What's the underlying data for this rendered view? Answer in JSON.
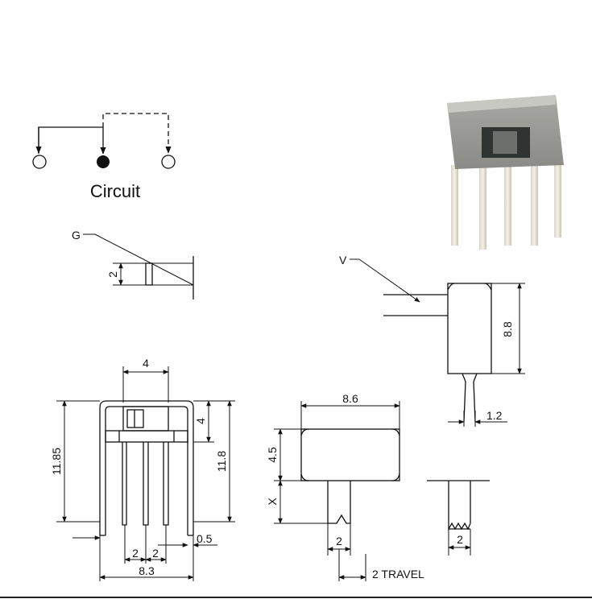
{
  "circuit": {
    "caption": "Circuit"
  },
  "labels": {
    "g": "G",
    "v": "V",
    "x": "X",
    "travel": "2 TRAVEL"
  },
  "dims": {
    "g_height": "2",
    "top_width": "4",
    "overall_height_left": "11.85",
    "overall_height_right": "11.8",
    "actuator_height": "4",
    "pitch_a": "2",
    "pitch_b": "2",
    "body_width": "8.3",
    "pin_offset": "0.5",
    "side_width": "8.6",
    "side_height": "4.5",
    "knob_width": "2",
    "knob_width_alt": "2",
    "v_height": "8.8",
    "v_pin": "1.2"
  },
  "photo": {
    "icon": "slide-switch-photo"
  }
}
